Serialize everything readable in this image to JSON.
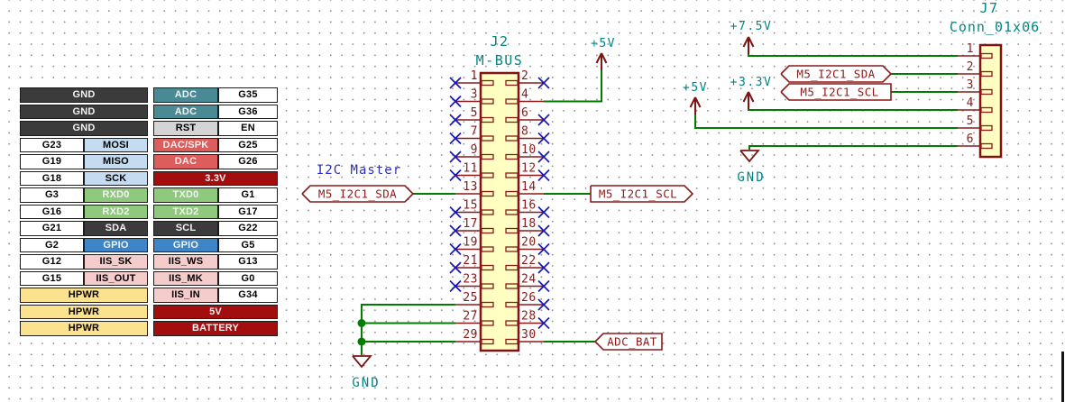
{
  "palette": {
    "wire_green": "#007C00",
    "junction_green": "#007C00",
    "symbol_outline": "#7E1414",
    "symbol_fill": "#FFFFC2",
    "pin_text_red": "#8A1A1A",
    "label_red": "#8A1A1A",
    "noconnect_blue": "#1717B8",
    "field_teal": "#008484",
    "graphic_text_blue": "#2D2DC4",
    "table": {
      "dark": "#3B3B3B",
      "teal": "#4A8A95",
      "lightgray": "#D4D4D4",
      "lightblue": "#C5DCF0",
      "salmon": "#DD5C5C",
      "darkred": "#A30D0D",
      "green": "#8FC97E",
      "blue": "#3D85C6",
      "pink": "#F5CCCC",
      "yellow": "#FBE28F",
      "white": "#FFFFFF",
      "light_text": "#F2F2F2",
      "dark_text": "#000000"
    }
  },
  "pinout_table": {
    "rows": [
      {
        "cells": [
          {
            "t": "GND",
            "c": "dark",
            "s": 2,
            "f": "light"
          },
          {
            "t": "ADC",
            "c": "teal",
            "f": "light"
          },
          {
            "t": "G35",
            "c": "white"
          }
        ]
      },
      {
        "cells": [
          {
            "t": "GND",
            "c": "dark",
            "s": 2,
            "f": "light"
          },
          {
            "t": "ADC",
            "c": "teal",
            "f": "light"
          },
          {
            "t": "G36",
            "c": "white"
          }
        ]
      },
      {
        "cells": [
          {
            "t": "GND",
            "c": "dark",
            "s": 2,
            "f": "light"
          },
          {
            "t": "RST",
            "c": "lightgray"
          },
          {
            "t": "EN",
            "c": "white"
          }
        ]
      },
      {
        "cells": [
          {
            "t": "G23",
            "c": "white"
          },
          {
            "t": "MOSI",
            "c": "lightblue"
          },
          {
            "t": "DAC/SPK",
            "c": "salmon",
            "f": "light"
          },
          {
            "t": "G25",
            "c": "white"
          }
        ]
      },
      {
        "cells": [
          {
            "t": "G19",
            "c": "white"
          },
          {
            "t": "MISO",
            "c": "lightblue"
          },
          {
            "t": "DAC",
            "c": "salmon",
            "f": "light"
          },
          {
            "t": "G26",
            "c": "white"
          }
        ]
      },
      {
        "cells": [
          {
            "t": "G18",
            "c": "white"
          },
          {
            "t": "SCK",
            "c": "lightblue"
          },
          {
            "t": "3.3V",
            "c": "darkred",
            "s": 2,
            "f": "light"
          }
        ]
      },
      {
        "cells": [
          {
            "t": "G3",
            "c": "white"
          },
          {
            "t": "RXD0",
            "c": "green",
            "f": "light"
          },
          {
            "t": "TXD0",
            "c": "green",
            "f": "light"
          },
          {
            "t": "G1",
            "c": "white"
          }
        ]
      },
      {
        "cells": [
          {
            "t": "G16",
            "c": "white"
          },
          {
            "t": "RXD2",
            "c": "green",
            "f": "light"
          },
          {
            "t": "TXD2",
            "c": "green",
            "f": "light"
          },
          {
            "t": "G17",
            "c": "white"
          }
        ]
      },
      {
        "cells": [
          {
            "t": "G21",
            "c": "white"
          },
          {
            "t": "SDA",
            "c": "dark",
            "f": "light"
          },
          {
            "t": "SCL",
            "c": "dark",
            "f": "light"
          },
          {
            "t": "G22",
            "c": "white"
          }
        ]
      },
      {
        "cells": [
          {
            "t": "G2",
            "c": "white"
          },
          {
            "t": "GPIO",
            "c": "blue",
            "f": "light"
          },
          {
            "t": "GPIO",
            "c": "blue",
            "f": "light"
          },
          {
            "t": "G5",
            "c": "white"
          }
        ]
      },
      {
        "cells": [
          {
            "t": "G12",
            "c": "white"
          },
          {
            "t": "IIS_SK",
            "c": "pink"
          },
          {
            "t": "IIS_WS",
            "c": "pink"
          },
          {
            "t": "G13",
            "c": "white"
          }
        ]
      },
      {
        "cells": [
          {
            "t": "G15",
            "c": "white"
          },
          {
            "t": "IIS_OUT",
            "c": "pink"
          },
          {
            "t": "IIS_MK",
            "c": "pink"
          },
          {
            "t": "G0",
            "c": "white"
          }
        ]
      },
      {
        "cells": [
          {
            "t": "HPWR",
            "c": "yellow",
            "s": 2
          },
          {
            "t": "IIS_IN",
            "c": "pink"
          },
          {
            "t": "G34",
            "c": "white"
          }
        ]
      },
      {
        "cells": [
          {
            "t": "HPWR",
            "c": "yellow",
            "s": 2
          },
          {
            "t": "5V",
            "c": "darkred",
            "s": 2,
            "f": "light"
          }
        ]
      },
      {
        "cells": [
          {
            "t": "HPWR",
            "c": "yellow",
            "s": 2
          },
          {
            "t": "BATTERY",
            "c": "darkred",
            "s": 2,
            "f": "light"
          }
        ]
      }
    ]
  },
  "schematic": {
    "j2": {
      "reference": "J2",
      "value": "M-BUS",
      "left_pins": [
        {
          "n": "1",
          "nc": true
        },
        {
          "n": "3",
          "nc": true
        },
        {
          "n": "5",
          "nc": true
        },
        {
          "n": "7",
          "nc": true
        },
        {
          "n": "9",
          "nc": true
        },
        {
          "n": "11",
          "nc": true
        },
        {
          "n": "13",
          "net": "M5_I2C1_SDA"
        },
        {
          "n": "15",
          "nc": true
        },
        {
          "n": "17",
          "nc": true
        },
        {
          "n": "19",
          "nc": true
        },
        {
          "n": "21",
          "nc": true
        },
        {
          "n": "23",
          "nc": true
        },
        {
          "n": "25",
          "net": "GND"
        },
        {
          "n": "27",
          "net": "GND"
        },
        {
          "n": "29",
          "net": "GND"
        }
      ],
      "right_pins": [
        {
          "n": "2",
          "nc": true
        },
        {
          "n": "4",
          "net": "+5V"
        },
        {
          "n": "6",
          "nc": true
        },
        {
          "n": "8",
          "nc": true
        },
        {
          "n": "10",
          "nc": true
        },
        {
          "n": "12",
          "nc": true
        },
        {
          "n": "14",
          "net": "M5_I2C1_SCL"
        },
        {
          "n": "16",
          "nc": true
        },
        {
          "n": "18",
          "nc": true
        },
        {
          "n": "20",
          "nc": true
        },
        {
          "n": "22",
          "nc": true
        },
        {
          "n": "24",
          "nc": true
        },
        {
          "n": "26",
          "nc": true
        },
        {
          "n": "28",
          "nc": true
        },
        {
          "n": "30",
          "net": "ADC_BAT"
        }
      ]
    },
    "j7": {
      "reference": "J7",
      "value": "Conn_01x06",
      "pins": [
        {
          "n": "1",
          "net": "+7.5V"
        },
        {
          "n": "2",
          "net": "M5_I2C1_SDA"
        },
        {
          "n": "3",
          "net": "M5_I2C1_SCL"
        },
        {
          "n": "4",
          "net": "+3.3V"
        },
        {
          "n": "5",
          "net": "+5V"
        },
        {
          "n": "6",
          "net": "GND"
        }
      ]
    },
    "power_symbols": [
      {
        "id": "pwr-5v-top",
        "text": "+5V"
      },
      {
        "id": "pwr-7v5",
        "text": "+7.5V"
      },
      {
        "id": "pwr-3v3",
        "text": "+3.3V"
      },
      {
        "id": "pwr-5v-right",
        "text": "+5V"
      },
      {
        "id": "gnd-left",
        "text": "GND"
      },
      {
        "id": "gnd-right",
        "text": "GND"
      }
    ],
    "net_labels": [
      {
        "id": "lbl-sda-left",
        "text": "M5_I2C1_SDA"
      },
      {
        "id": "lbl-scl-mid",
        "text": "M5_I2C1_SCL"
      },
      {
        "id": "lbl-adc-bat",
        "text": "ADC_BAT"
      },
      {
        "id": "lbl-sda-right",
        "text": "M5_I2C1_SDA"
      },
      {
        "id": "lbl-scl-right",
        "text": "M5_I2C1_SCL"
      }
    ],
    "graphic_texts": [
      {
        "id": "i2c-master",
        "text": "I2C Master"
      }
    ]
  }
}
